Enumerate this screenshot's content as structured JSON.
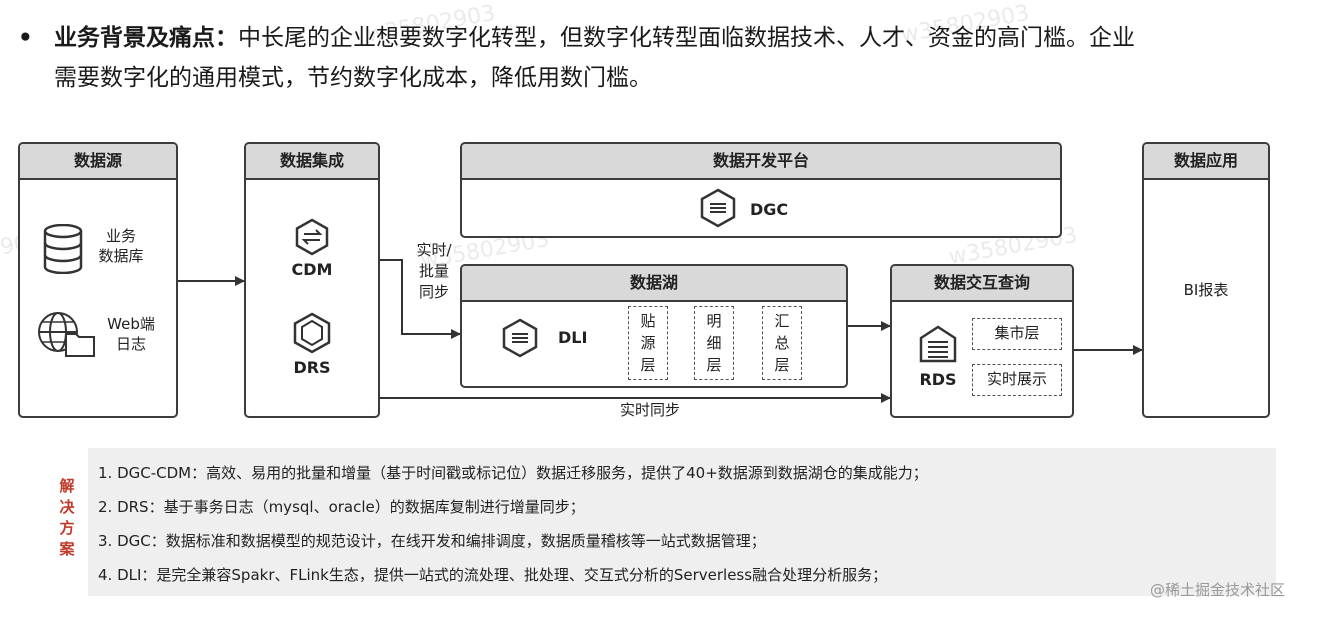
{
  "intro": {
    "bullet": "•",
    "heading": "业务背景及痛点：",
    "line1_rest": "中长尾的企业想要数字化转型，但数字化转型面临数据技术、人才、资金的高门槛。企业",
    "line2": "需要数字化的通用模式，节约数字化成本，降低用数门槛。"
  },
  "diagram": {
    "source": {
      "title": "数据源",
      "db_label": [
        "业务",
        "数据库"
      ],
      "web_label": [
        "Web端",
        "日志"
      ]
    },
    "integration": {
      "title": "数据集成",
      "cdm": "CDM",
      "drs": "DRS"
    },
    "devplatform": {
      "title": "数据开发平台",
      "dgc": "DGC"
    },
    "lake": {
      "title": "数据湖",
      "dli": "DLI",
      "layers": [
        [
          "贴",
          "源",
          "层"
        ],
        [
          "明",
          "细",
          "层"
        ],
        [
          "汇",
          "总",
          "层"
        ]
      ]
    },
    "query": {
      "title": "数据交互查询",
      "rds": "RDS",
      "mart": "集市层",
      "realtime": "实时展示"
    },
    "apps": {
      "title": "数据应用",
      "bi": "BI报表"
    },
    "edge_batch": [
      "实时/",
      "批量",
      "同步"
    ],
    "edge_realtime": "实时同步"
  },
  "solution": {
    "label": [
      "解",
      "决",
      "方",
      "案"
    ],
    "items": [
      "1.  DGC-CDM：高效、易用的批量和增量（基于时间戳或标记位）数据迁移服务，提供了40+数据源到数据湖仓的集成能力；",
      "2.  DRS：基于事务日志（mysql、oracle）的数据库复制进行增量同步；",
      "3.  DGC：数据标准和数据模型的规范设计，在线开发和编排调度，数据质量稽核等一站式数据管理；",
      "4.  DLI：是完全兼容Spakr、FLink生态，提供一站式的流处理、批处理、交互式分析的Serverless融合处理分析服务；"
    ]
  },
  "credit": "@稀土掘金技术社区",
  "watermarks": [
    "w35802903",
    "w35802903",
    "w35802903",
    "w35802903",
    "w35802903",
    "903"
  ]
}
